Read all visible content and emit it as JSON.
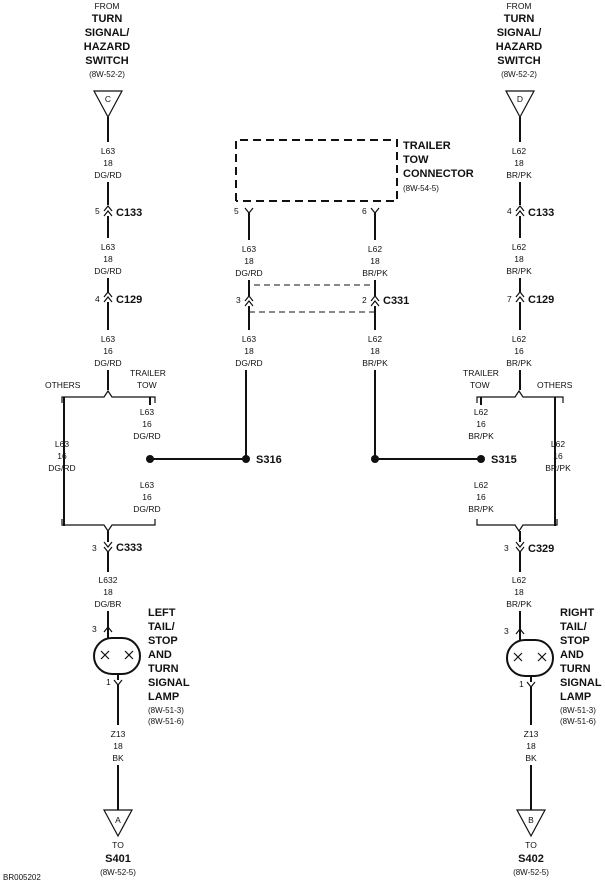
{
  "footer": {
    "code": "BR005202"
  },
  "left_source": {
    "from": "FROM",
    "title_lines": [
      "TURN",
      "SIGNAL/",
      "HAZARD",
      "SWITCH"
    ],
    "ref": "(8W-52-2)",
    "pin": "C"
  },
  "right_source": {
    "from": "FROM",
    "title_lines": [
      "TURN",
      "SIGNAL/",
      "HAZARD",
      "SWITCH"
    ],
    "ref": "(8W-52-2)",
    "pin": "D"
  },
  "trailer_connector": {
    "title_lines": [
      "TRAILER",
      "TOW",
      "CONNECTOR"
    ],
    "ref": "(8W-54-5)",
    "pin_left": "5",
    "pin_right": "6"
  },
  "wires": {
    "left_top": [
      "L63",
      "18",
      "DG/RD"
    ],
    "left_mid": [
      "L63",
      "18",
      "DG/RD"
    ],
    "left_lower": [
      "L63",
      "16",
      "DG/RD"
    ],
    "left_tow_upper": [
      "L63",
      "16",
      "DG/RD"
    ],
    "left_others": [
      "L63",
      "16",
      "DG/RD"
    ],
    "left_tow_lower": [
      "L63",
      "16",
      "DG/RD"
    ],
    "left_lamp_feed": [
      "L632",
      "18",
      "DG/BR"
    ],
    "left_ground": [
      "Z13",
      "18",
      "BK"
    ],
    "center_left_top": [
      "L63",
      "18",
      "DG/RD"
    ],
    "center_left_bottom": [
      "L63",
      "18",
      "DG/RD"
    ],
    "center_right_top": [
      "L62",
      "18",
      "BR/PK"
    ],
    "center_right_bottom": [
      "L62",
      "18",
      "BR/PK"
    ],
    "right_top": [
      "L62",
      "18",
      "BR/PK"
    ],
    "right_mid": [
      "L62",
      "18",
      "BR/PK"
    ],
    "right_lower": [
      "L62",
      "16",
      "BR/PK"
    ],
    "right_tow_upper": [
      "L62",
      "16",
      "BR/PK"
    ],
    "right_others": [
      "L62",
      "16",
      "BR/PK"
    ],
    "right_tow_lower": [
      "L62",
      "16",
      "BR/PK"
    ],
    "right_lamp_feed": [
      "L62",
      "18",
      "BR/PK"
    ],
    "right_ground": [
      "Z13",
      "18",
      "BK"
    ]
  },
  "connectors": {
    "left_c133": {
      "name": "C133",
      "pin": "5"
    },
    "left_c129": {
      "name": "C129",
      "pin": "4"
    },
    "c331": {
      "name": "C331",
      "pin_left": "3",
      "pin_right": "2"
    },
    "c333": {
      "name": "C333",
      "pin": "3"
    },
    "right_c133": {
      "name": "C133",
      "pin": "4"
    },
    "right_c129": {
      "name": "C129",
      "pin": "7"
    },
    "c329": {
      "name": "C329",
      "pin": "3"
    }
  },
  "splices": {
    "left": "S316",
    "right": "S315"
  },
  "branch_labels": {
    "left_others": "OTHERS",
    "left_tow": [
      "TRAILER",
      "TOW"
    ],
    "right_tow": [
      "TRAILER",
      "TOW"
    ],
    "right_others": "OTHERS"
  },
  "left_lamp": {
    "title_lines": [
      "LEFT",
      "TAIL/",
      "STOP",
      "AND",
      "TURN",
      "SIGNAL",
      "LAMP"
    ],
    "refs": [
      "(8W-51-3)",
      "(8W-51-6)"
    ],
    "pin_in": "3",
    "pin_out": "1"
  },
  "right_lamp": {
    "title_lines": [
      "RIGHT",
      "TAIL/",
      "STOP",
      "AND",
      "TURN",
      "SIGNAL",
      "LAMP"
    ],
    "refs": [
      "(8W-51-3)",
      "(8W-51-6)"
    ],
    "pin_in": "3",
    "pin_out": "1"
  },
  "left_dest": {
    "pin": "A",
    "to": "TO",
    "name": "S401",
    "ref": "(8W-52-5)"
  },
  "right_dest": {
    "pin": "B",
    "to": "TO",
    "name": "S402",
    "ref": "(8W-52-5)"
  }
}
